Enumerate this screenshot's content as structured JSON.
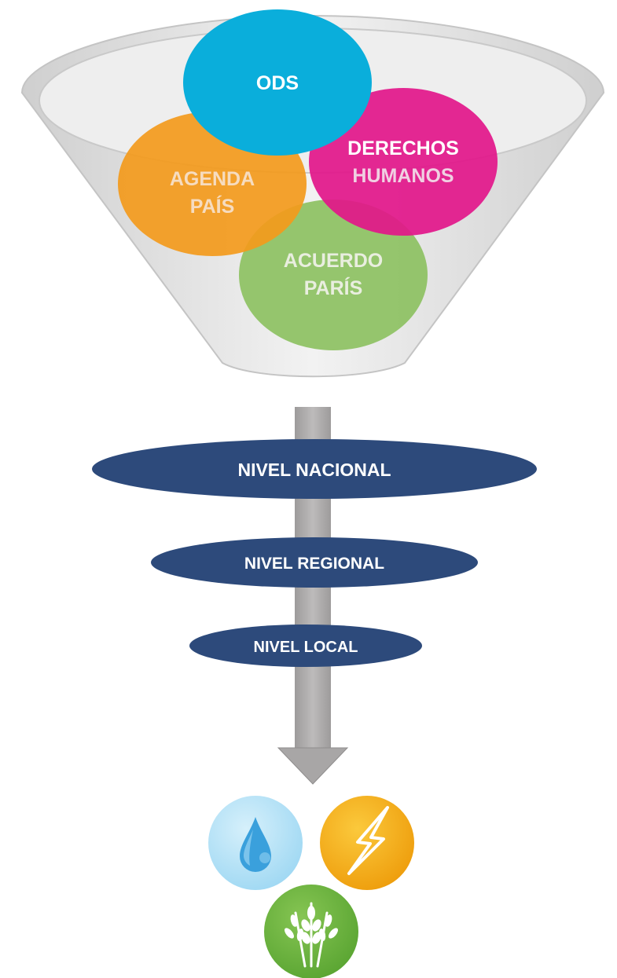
{
  "funnel": {
    "circles": [
      {
        "id": "ods",
        "label": "ODS",
        "color": "#0aaedb"
      },
      {
        "id": "derechos",
        "lines": [
          "DERECHOS",
          "HUMANOS"
        ],
        "color": "#e2168a"
      },
      {
        "id": "agenda",
        "lines": [
          "AGENDA",
          "PAÍS"
        ],
        "color": "#f39a1c"
      },
      {
        "id": "acuerdo",
        "lines": [
          "ACUERDO",
          "PARÍS"
        ],
        "color": "#8dc162"
      }
    ]
  },
  "levels": [
    {
      "id": "nacional",
      "label": "NIVEL NACIONAL"
    },
    {
      "id": "regional",
      "label": "NIVEL REGIONAL"
    },
    {
      "id": "local",
      "label": "NIVEL LOCAL"
    }
  ],
  "colors": {
    "level_fill": "#2d4a7b",
    "arrow": "#a8a6a6",
    "funnel": "#d9d9d9"
  },
  "icons": [
    {
      "id": "water",
      "icon": "water-drop-icon",
      "color": "#9fd8f3"
    },
    {
      "id": "energy",
      "icon": "lightning-bolt-icon",
      "color": "#f2a90f"
    },
    {
      "id": "agriculture",
      "icon": "wheat-icon",
      "color": "#6cb33f"
    }
  ]
}
